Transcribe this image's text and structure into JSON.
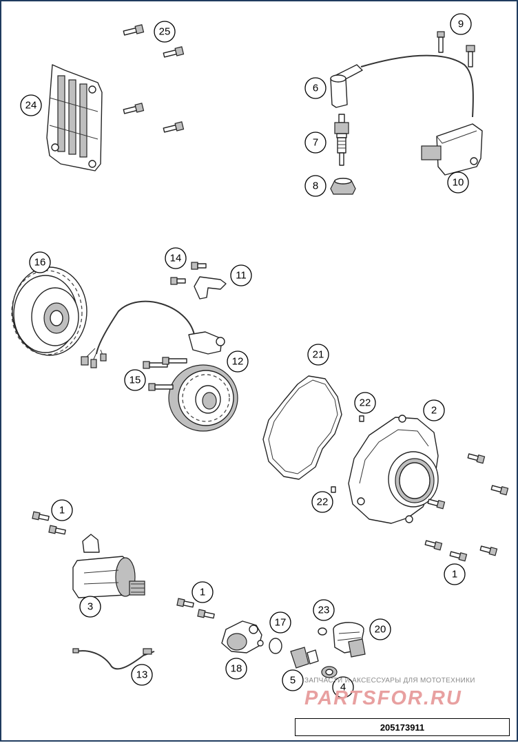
{
  "diagram": {
    "code": "205173911",
    "callouts": [
      {
        "id": "c25",
        "label": "25"
      },
      {
        "id": "c24",
        "label": "24"
      },
      {
        "id": "c9",
        "label": "9"
      },
      {
        "id": "c6",
        "label": "6"
      },
      {
        "id": "c7",
        "label": "7"
      },
      {
        "id": "c8",
        "label": "8"
      },
      {
        "id": "c10",
        "label": "10"
      },
      {
        "id": "c16",
        "label": "16"
      },
      {
        "id": "c14",
        "label": "14"
      },
      {
        "id": "c11",
        "label": "11"
      },
      {
        "id": "c12",
        "label": "12"
      },
      {
        "id": "c15",
        "label": "15"
      },
      {
        "id": "c21",
        "label": "21"
      },
      {
        "id": "c22a",
        "label": "22"
      },
      {
        "id": "c2",
        "label": "2"
      },
      {
        "id": "c22b",
        "label": "22"
      },
      {
        "id": "c1a",
        "label": "1"
      },
      {
        "id": "c1b",
        "label": "1"
      },
      {
        "id": "c1c",
        "label": "1"
      },
      {
        "id": "c3",
        "label": "3"
      },
      {
        "id": "c17",
        "label": "17"
      },
      {
        "id": "c23",
        "label": "23"
      },
      {
        "id": "c20",
        "label": "20"
      },
      {
        "id": "c13",
        "label": "13"
      },
      {
        "id": "c18",
        "label": "18"
      },
      {
        "id": "c5",
        "label": "5"
      },
      {
        "id": "c4",
        "label": "4"
      }
    ]
  },
  "watermark": {
    "caption": "ЗАПЧАСТИ И АКСЕССУАРЫ ДЛЯ МОТОТЕХНИКИ",
    "logo": "PARTSFOR.RU",
    "color": "#e8a0a0"
  }
}
